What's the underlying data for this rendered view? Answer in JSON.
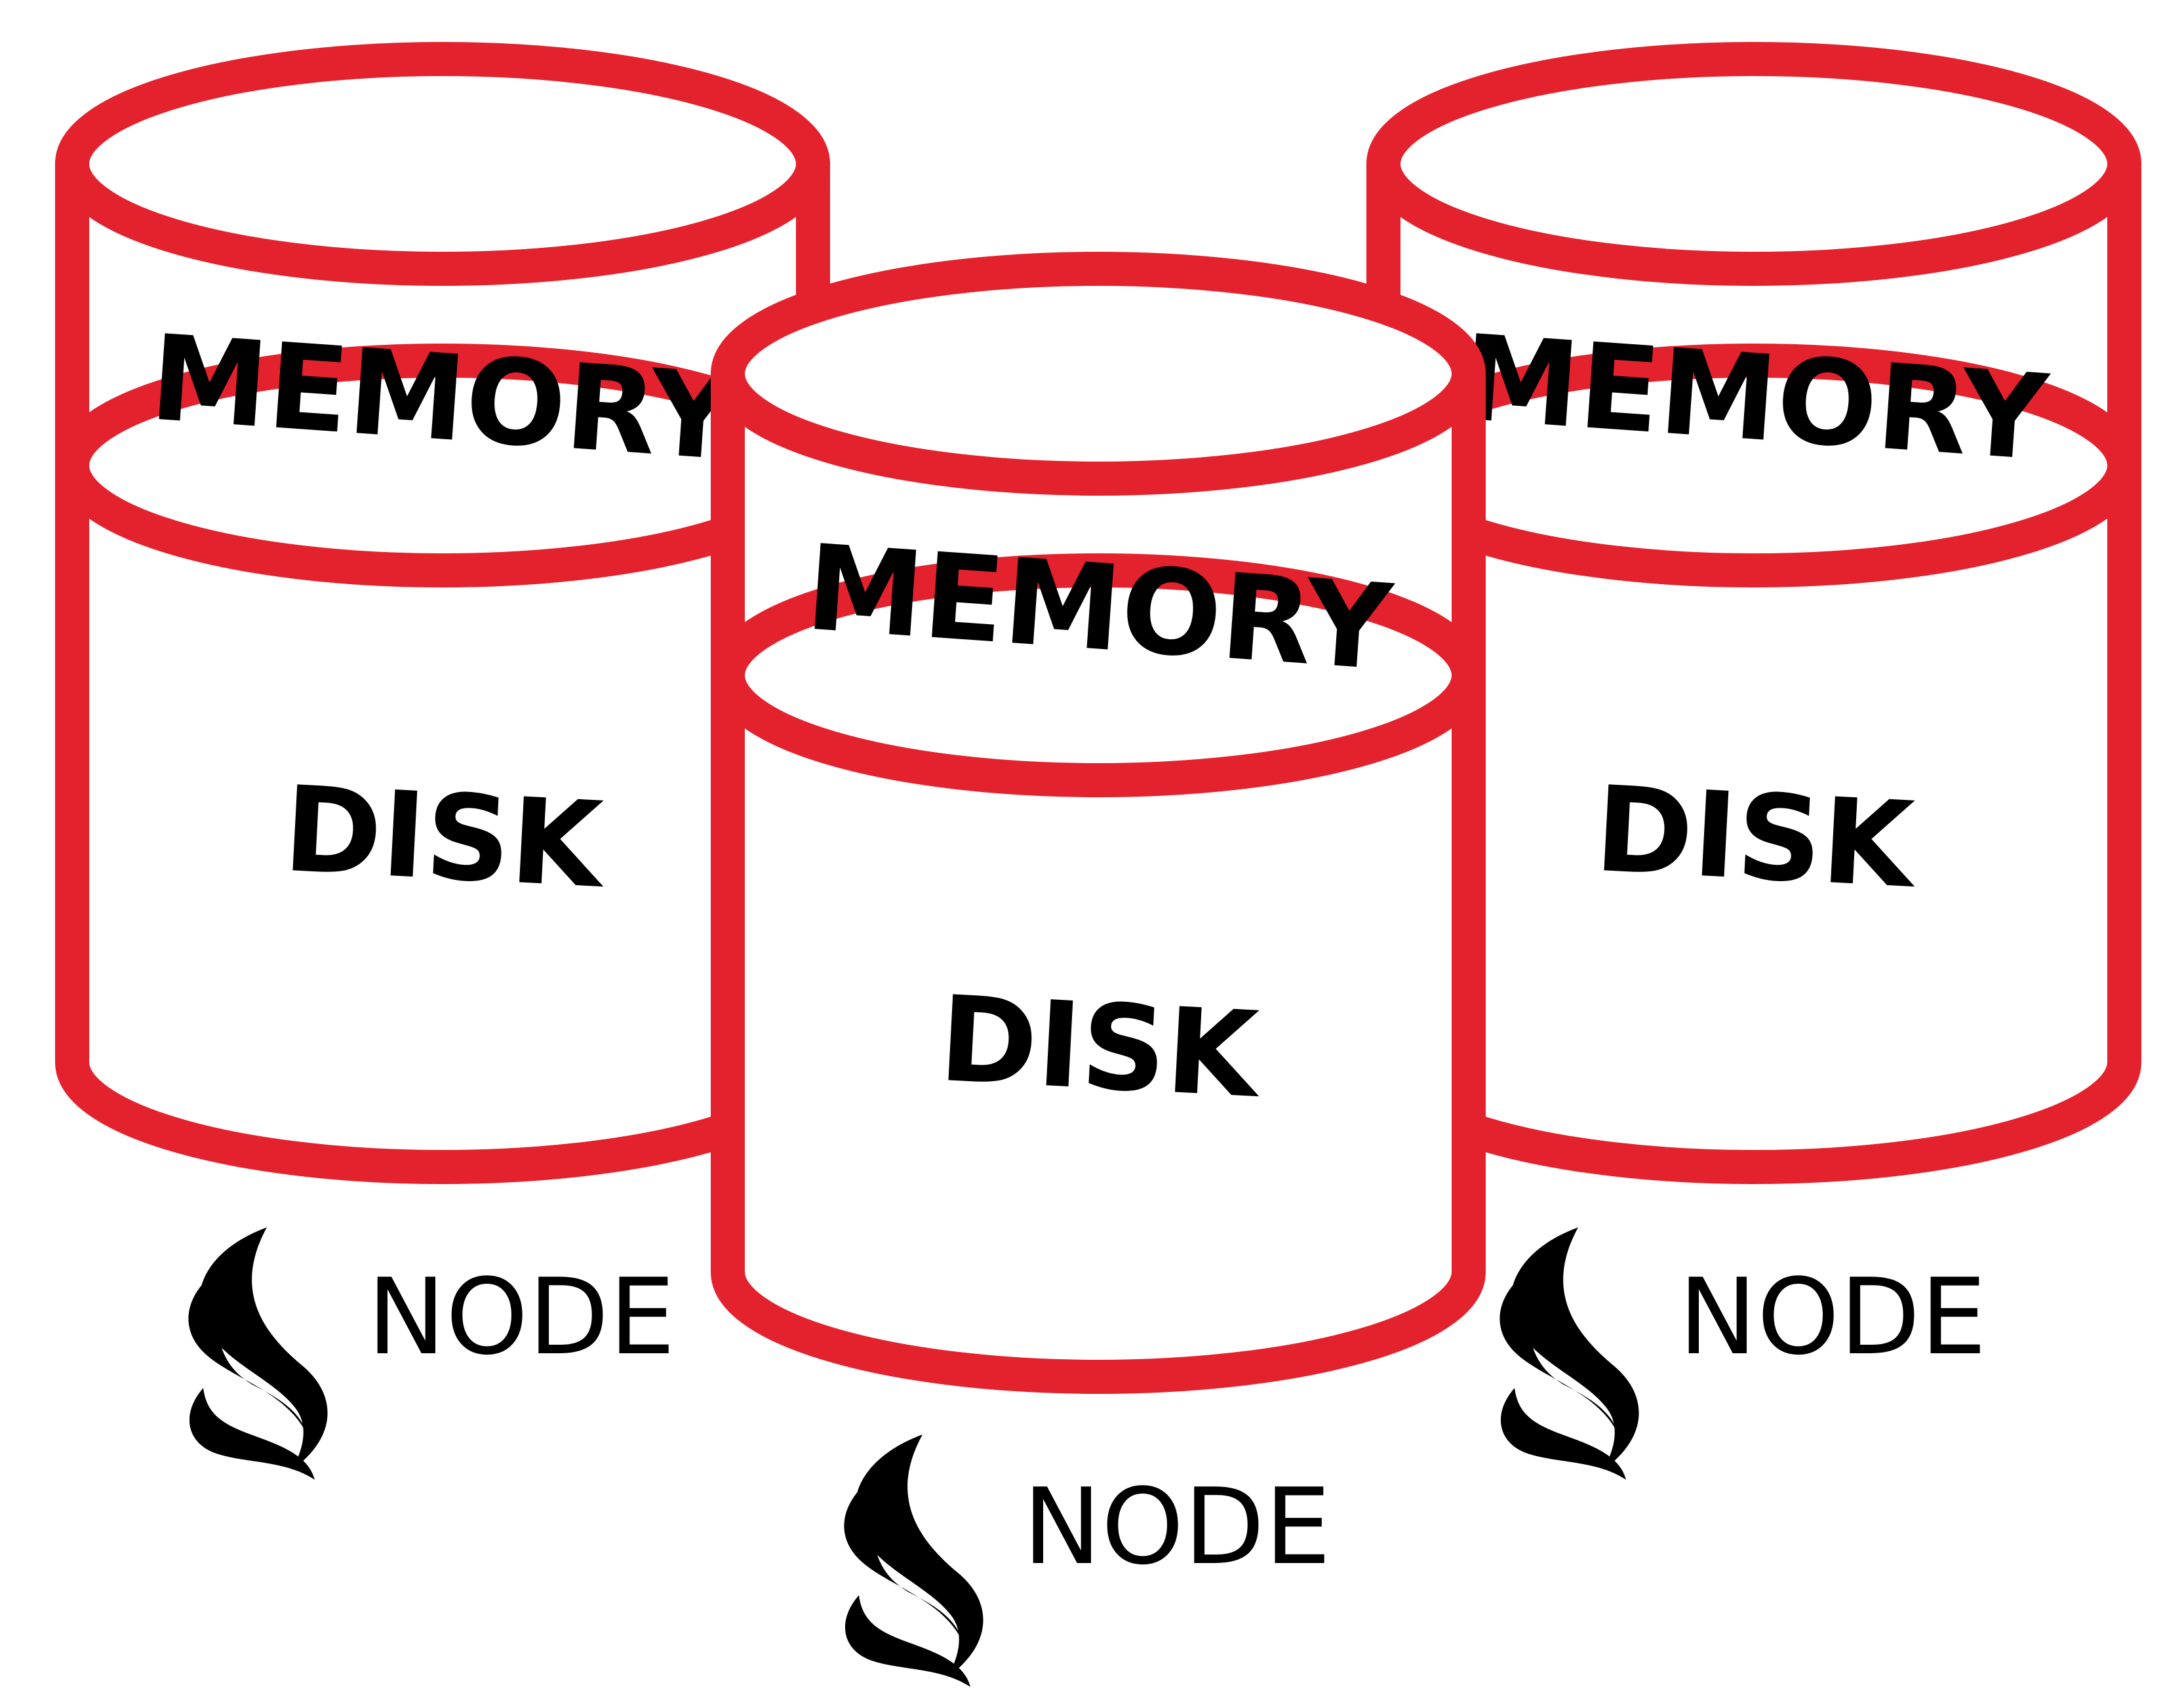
{
  "colors": {
    "accent": "#e3222d",
    "text": "#000000",
    "background": "#ffffff"
  },
  "nodes": [
    {
      "id": "left",
      "memory_label": "MEMORY",
      "disk_label": "DISK",
      "node_label": "NODE",
      "icon": "flame-logo-icon"
    },
    {
      "id": "center",
      "memory_label": "MEMORY",
      "disk_label": "DISK",
      "node_label": "NODE",
      "icon": "flame-logo-icon"
    },
    {
      "id": "right",
      "memory_label": "MEMORY",
      "disk_label": "DISK",
      "node_label": "NODE",
      "icon": "flame-logo-icon"
    }
  ]
}
